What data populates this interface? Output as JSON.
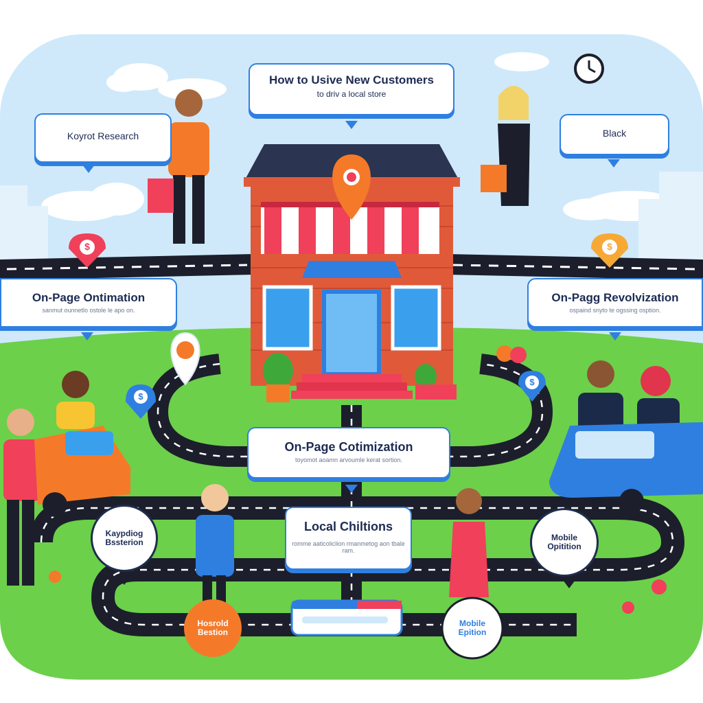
{
  "header": {
    "title": "How to Usive New Customers",
    "subtitle": "to driv a local store"
  },
  "top_left_box": {
    "title": "Koyrot Research"
  },
  "top_right_box": {
    "title": "Black"
  },
  "left_box": {
    "title": "On-Page Ontimation",
    "caption": "sanmut ounnetlo ostole le apo on."
  },
  "right_box": {
    "title": "On-Pagg Revolvization",
    "caption": "ospaind snyto te ogssing osption."
  },
  "center_box": {
    "title": "On-Page Cotimization",
    "caption": "toyomot aoamn arvoumle kerat sortion."
  },
  "local_box": {
    "title": "Local Chiltions",
    "caption": "romme aaticoliclion rmanmetog aon tbale ram."
  },
  "circle_left": {
    "line1": "Kaypdiog",
    "line2": "Bssterion"
  },
  "circle_right": {
    "line1": "Mobile",
    "line2": "Opitition"
  },
  "bottom_left": {
    "line1": "Hosrold",
    "line2": "Bestion"
  },
  "bottom_right": {
    "line1": "Mobile",
    "line2": "Epition"
  },
  "pin_symbol": "$",
  "colors": {
    "sky": "#cfe9fb",
    "grass": "#6cd04a",
    "road": "#1c1f2b",
    "box_border": "#2f7fe0",
    "brick": "#e05a3a",
    "awning_red": "#f0405a",
    "pin_orange": "#f47a2a"
  },
  "icons": [
    "clock-icon",
    "location-pin-icon",
    "dollar-pin-icon",
    "search-bar-icon"
  ]
}
